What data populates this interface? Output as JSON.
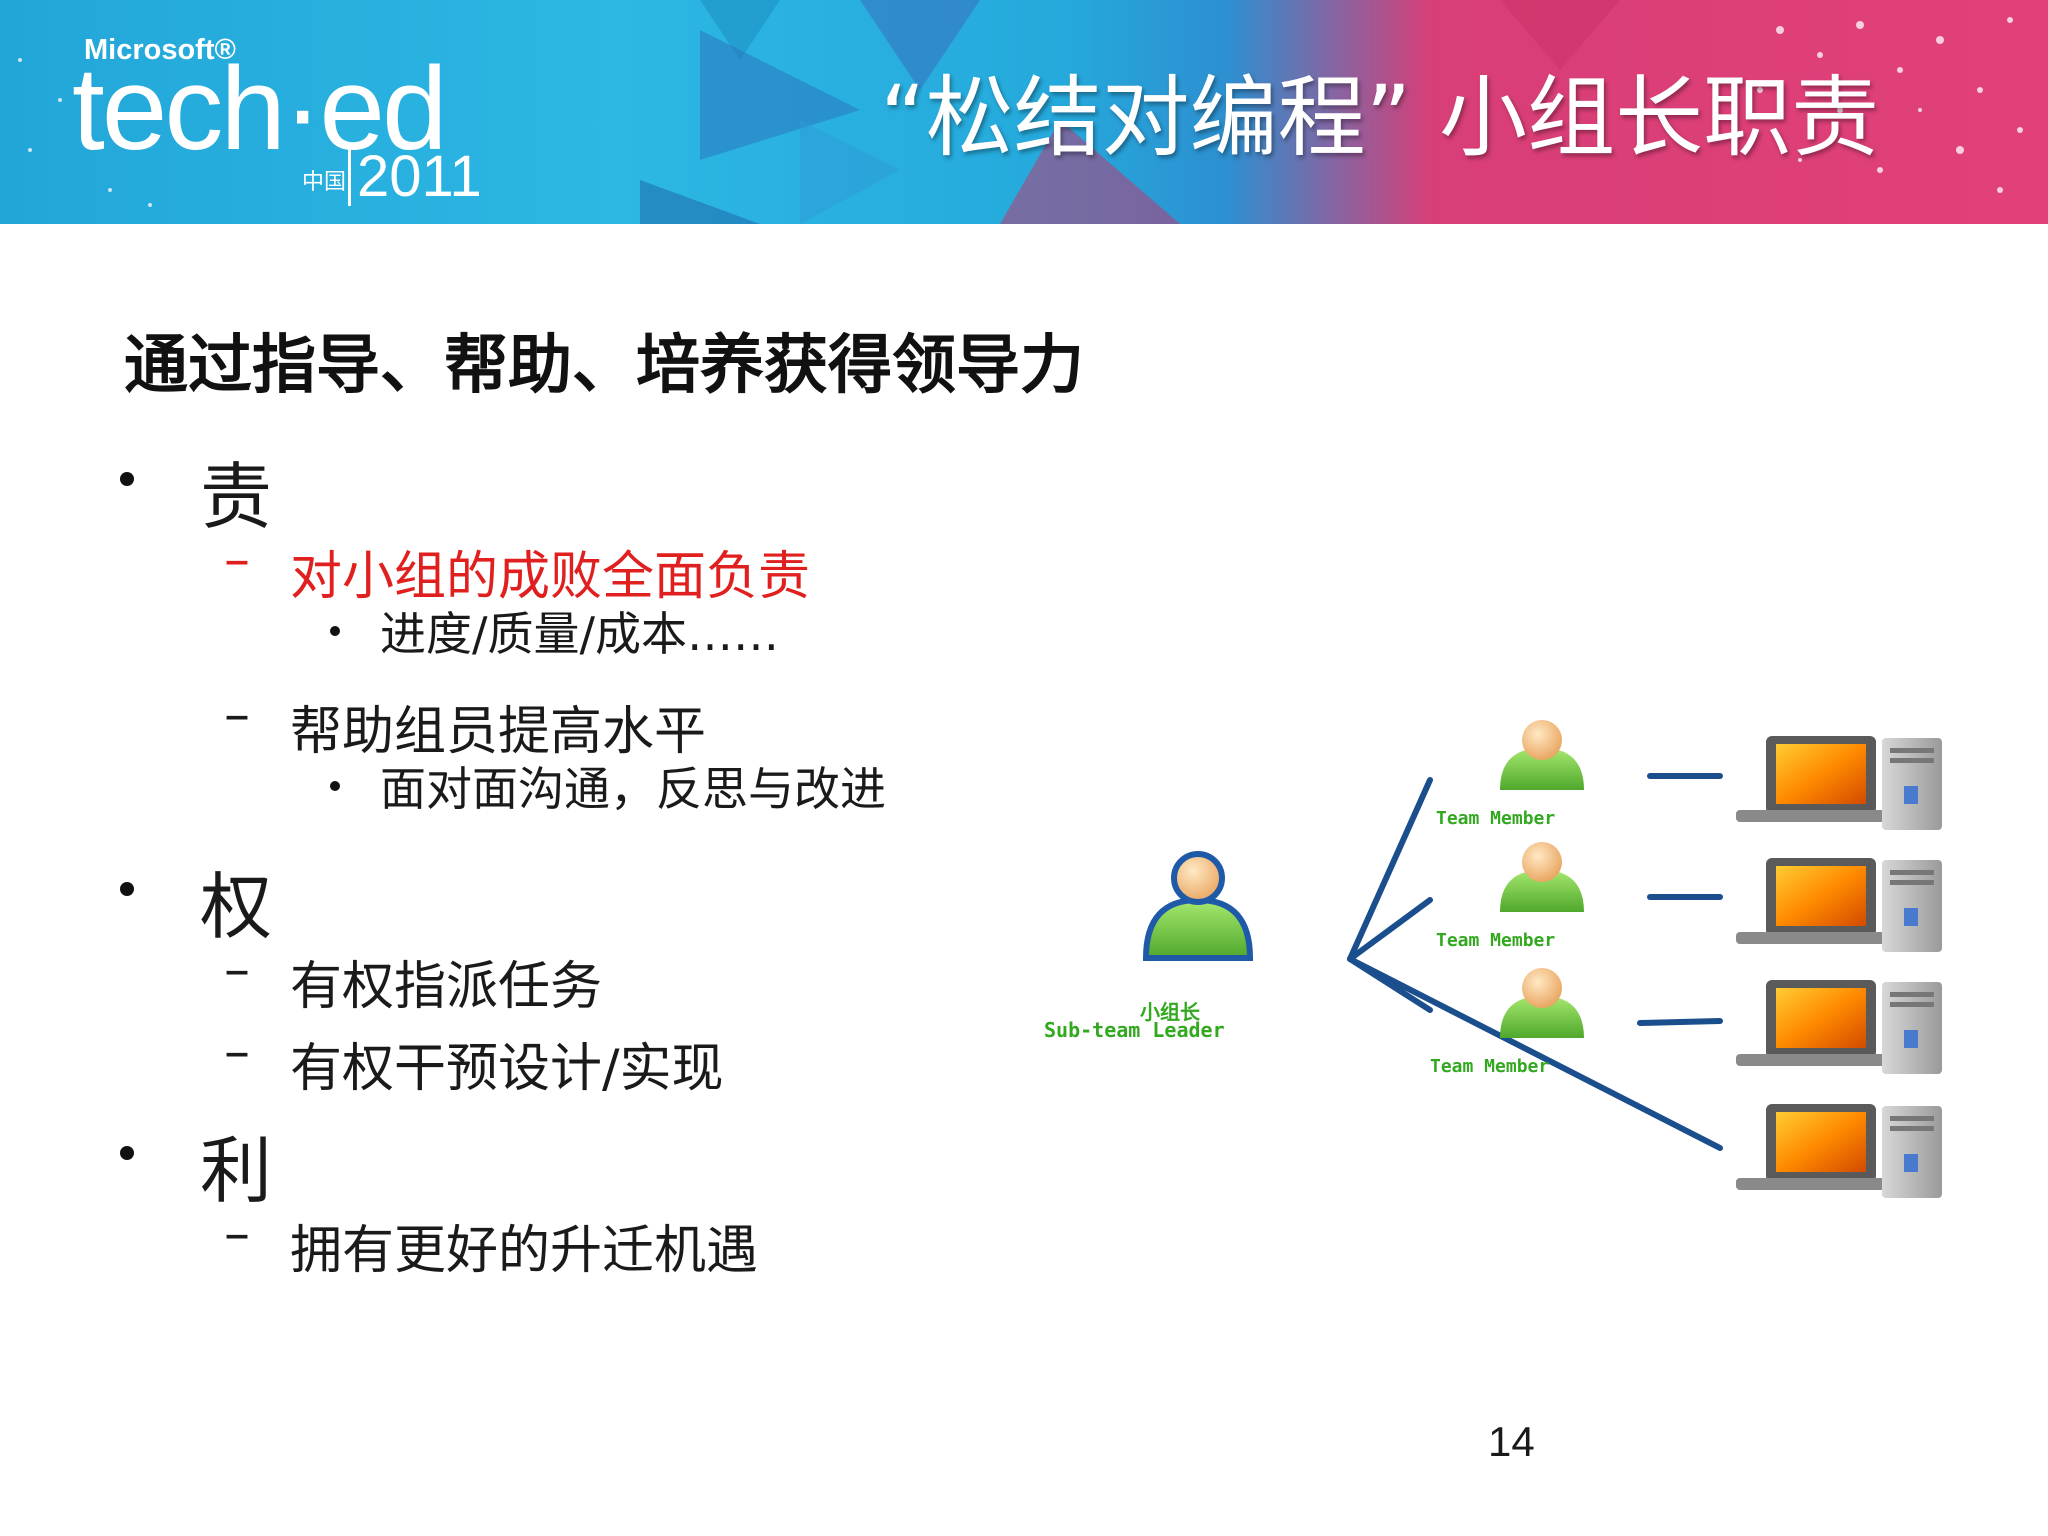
{
  "header": {
    "brand_company": "Microsoft®",
    "brand_name": "tech·ed",
    "brand_region": "中国",
    "brand_year": "2011",
    "title": "“松结对编程” 小组长职责"
  },
  "subtitle": "通过指导、帮助、培养获得领导力",
  "bullets": {
    "b1": {
      "mark": "•",
      "text": "责"
    },
    "b1_1": {
      "mark": "–",
      "text": "对小组的成败全面负责"
    },
    "b1_1_1": {
      "mark": "•",
      "text": "进度/质量/成本……"
    },
    "b1_2": {
      "mark": "–",
      "text": "帮助组员提高水平"
    },
    "b1_2_1": {
      "mark": "•",
      "text": "面对面沟通，反思与改进"
    },
    "b2": {
      "mark": "•",
      "text": "权"
    },
    "b2_1": {
      "mark": "–",
      "text": "有权指派任务"
    },
    "b2_2": {
      "mark": "–",
      "text": "有权干预设计/实现"
    },
    "b3": {
      "mark": "•",
      "text": "利"
    },
    "b3_1": {
      "mark": "–",
      "text": "拥有更好的升迁机遇"
    }
  },
  "diagram": {
    "leader_label_cn": "小组长",
    "leader_label_en": "Sub-team Leader",
    "members": [
      "Team Member",
      "Team Member",
      "Team Member"
    ]
  },
  "page_number": "14",
  "colors": {
    "banner_blue": "#25a9dc",
    "banner_pink": "#e2407a",
    "highlight_red": "#e01f1f",
    "connector_blue": "#1b4e8c",
    "person_green": "#7ed04e"
  }
}
